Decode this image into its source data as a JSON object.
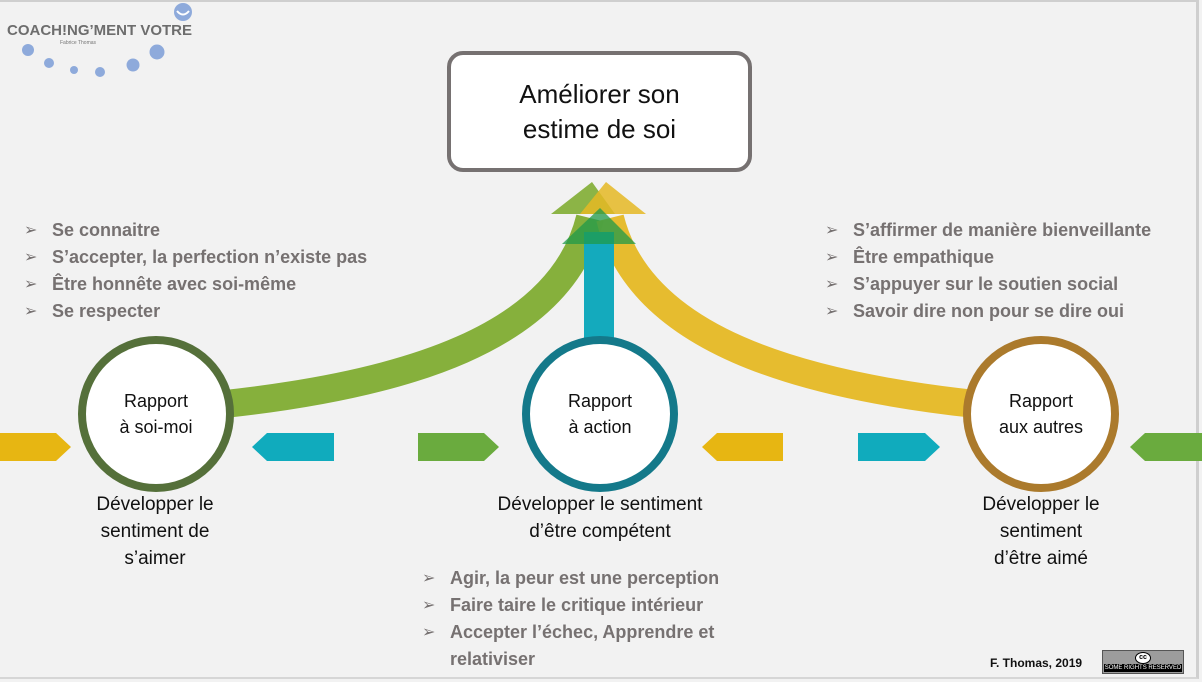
{
  "logo": {
    "title": "COACH!NG’MENT VOTRE",
    "subtitle": "Fabrice Thomas",
    "dot_color": "#8eaadb"
  },
  "goal": {
    "text": "Améliorer son estime de soi",
    "border_color": "#767171"
  },
  "colors": {
    "green": "#86b03c",
    "teal": "#14aabd",
    "yellow": "#e5b824",
    "node_self": "#55703a",
    "node_action": "#14798a",
    "node_others": "#ab7a2c",
    "chevron_yellow": "#e7b612",
    "chevron_teal": "#10abbd",
    "chevron_green": "#6aab3e"
  },
  "nodes": [
    {
      "id": "self",
      "label_line1": "Rapport",
      "label_line2": "à soi-moi",
      "caption": "Développer le sentiment de s’aimer"
    },
    {
      "id": "action",
      "label_line1": "Rapport",
      "label_line2": "à action",
      "caption_line1": "Développer le sentiment",
      "caption_line2": "d’être compétent"
    },
    {
      "id": "others",
      "label_line1": "Rapport",
      "label_line2": "aux autres",
      "caption_line1": "Développer le",
      "caption_line2": "sentiment",
      "caption_line3": "d’être aimé"
    }
  ],
  "bullet_marker": "➢",
  "bullets_self": [
    "Se connaitre",
    "S’accepter, la perfection n’existe pas",
    "Être honnête avec soi-même",
    "Se respecter"
  ],
  "bullets_others": [
    "S’affirmer de manière bienveillante",
    "Être empathique",
    "S’appuyer sur le soutien social",
    "Savoir dire non pour se dire oui"
  ],
  "bullets_action": [
    "Agir, la peur est une perception",
    "Faire taire le critique intérieur",
    "Accepter l’échec, Apprendre et relativiser"
  ],
  "footer": {
    "credit": "F. Thomas, 2019",
    "license_symbol": "cc",
    "license_text": "SOME RIGHTS RESERVED"
  }
}
